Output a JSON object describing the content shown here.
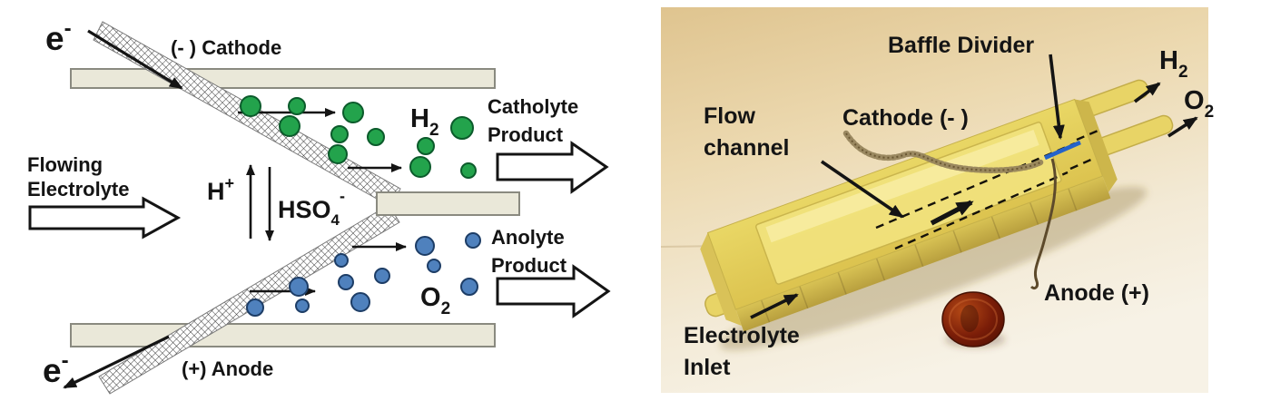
{
  "diagram": {
    "electron_top": {
      "base": "e",
      "sup": "-"
    },
    "electron_bottom": {
      "base": "e",
      "sup": "-"
    },
    "cathode_label": "(- ) Cathode",
    "anode_label": "(+) Anode",
    "flowing_electrolyte": {
      "line1": "Flowing",
      "line2": "Electrolyte"
    },
    "h_plus": {
      "base": "H",
      "sup": "+"
    },
    "hso4": {
      "base": "HSO",
      "sub": "4",
      "sup": "-"
    },
    "h2": {
      "base": "H",
      "sub": "2"
    },
    "o2": {
      "base": "O",
      "sub": "2"
    },
    "catholyte_product": {
      "line1": "Catholyte",
      "line2": "Product"
    },
    "anolyte_product": {
      "line1": "Anolyte",
      "line2": "Product"
    },
    "colors": {
      "h2_bubble": "#23a34c",
      "o2_bubble": "#4f81bd",
      "channel_wall": "#eae8d9",
      "wall_border": "#8a8a80"
    }
  },
  "photo": {
    "baffle_divider_label": "Baffle Divider",
    "cathode_label": "Cathode (- )",
    "flow_channel_label": {
      "line1": "Flow",
      "line2": "channel"
    },
    "h2": {
      "base": "H",
      "sub": "2"
    },
    "o2": {
      "base": "O",
      "sub": "2"
    },
    "anode_label": "Anode (+)",
    "electrolyte_inlet_label": {
      "line1": "Electrolyte",
      "line2": "Inlet"
    },
    "colors": {
      "device_body": "#e9d765",
      "background": "#ecd9b0",
      "baffle_line": "#2563c9",
      "penny": "#7a1d08"
    }
  }
}
